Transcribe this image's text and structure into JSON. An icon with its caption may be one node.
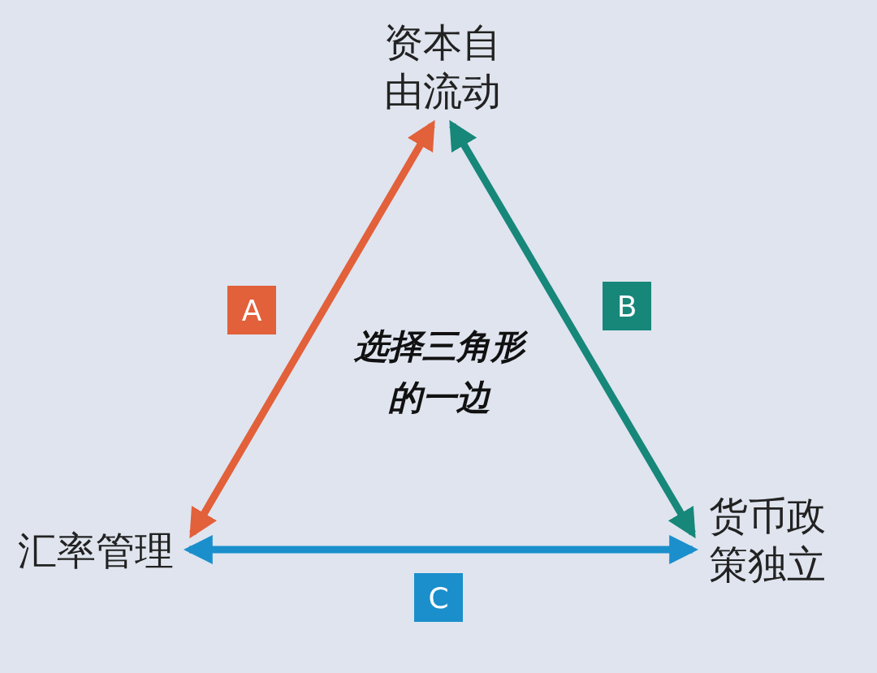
{
  "diagram": {
    "nodes": [
      {
        "text": [
          "资本自由流动"
        ]
      },
      {
        "text": [
          "汇率管理"
        ]
      },
      {
        "text": [
          "货币政策独立"
        ]
      }
    ],
    "edges": [
      {
        "from": 0,
        "to": 1,
        "arrow": "both",
        "label": "A",
        "color": "#e2603a"
      },
      {
        "from": 0,
        "to": 2,
        "arrow": "both",
        "label": "B",
        "color": "#17877a"
      },
      {
        "from": 1,
        "to": 2,
        "arrow": "both",
        "label": "C",
        "color": "#1a8fcc"
      }
    ],
    "labels": [
      "选择三角形的一边"
    ]
  }
}
